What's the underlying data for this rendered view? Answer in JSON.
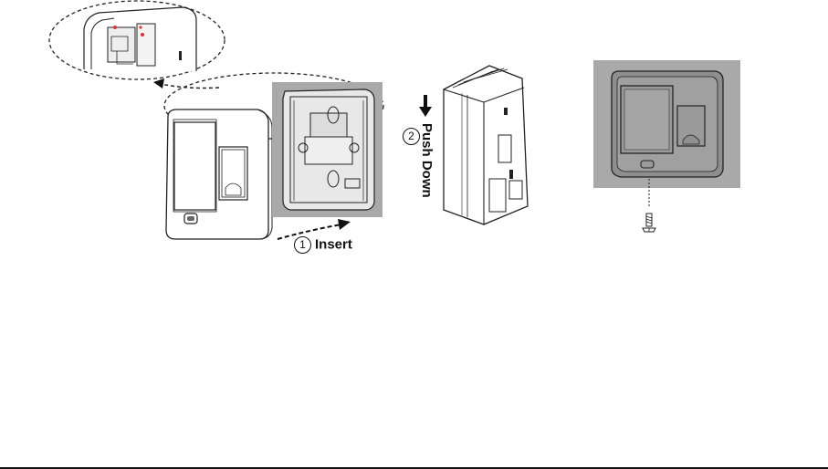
{
  "steps": {
    "insert": {
      "number": "1",
      "label": "Insert"
    },
    "push": {
      "number": "2",
      "label": "Push Down"
    }
  },
  "colors": {
    "wall_plate": "#a9a9a9",
    "line": "#222222",
    "device_body": "#ffffff"
  }
}
